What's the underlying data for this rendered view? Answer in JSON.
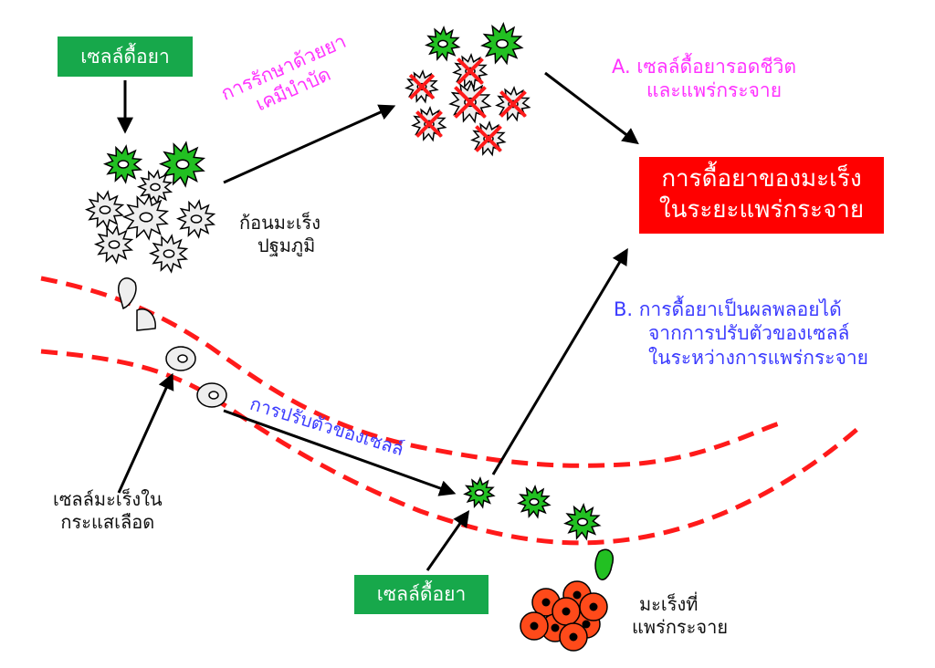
{
  "labels": {
    "resistant_cell_top": "เซลล์ดื้อยา",
    "resistant_cell_bottom": "เซลล์ดื้อยา",
    "chemo_line1": "การรักษาด้วยยา",
    "chemo_line2": "เคมีบำบัด",
    "primary_tumor_line1": "ก้อนมะเร็ง",
    "primary_tumor_line2": "ปฐมภูมิ",
    "outcome_a_line1": "A.  เซลล์ดื้อยารอดชีวิต",
    "outcome_a_line2": "และแพร่กระจาย",
    "result_line1": "การดื้อยาของมะเร็ง",
    "result_line2": "ในระยะแพร่กระจาย",
    "outcome_b_line1": "B.  การดื้อยาเป็นผลพลอยได้",
    "outcome_b_line2": "จากการปรับตัวของเซลล์",
    "outcome_b_line3": "ในระหว่างการแพร่กระจาย",
    "adaptation": "การปรับตัวของเซลล์",
    "ctc_line1": "เซลล์มะเร็งใน",
    "ctc_line2": "กระแสเลือด",
    "metastasis_line1": "มะเร็งที่",
    "metastasis_line2": "แพร่กระจาย"
  },
  "colors": {
    "green": "#17a84b",
    "red": "#ff0000",
    "magenta": "#ff33ff",
    "blue": "#3b3bff",
    "cell_green": "#22c022",
    "cell_gray": "#eeeeee",
    "metastasis_red": "#ff4a1a"
  }
}
